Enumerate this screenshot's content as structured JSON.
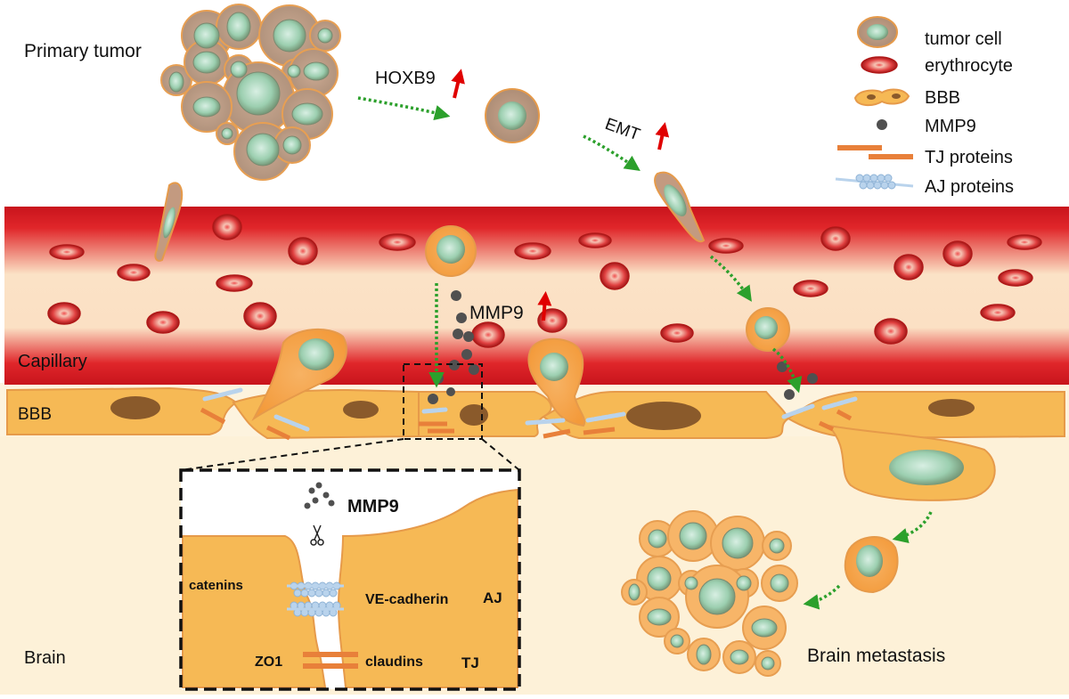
{
  "labels": {
    "primary_tumor": "Primary tumor",
    "hoxb9": "HOXB9",
    "emt": "EMT",
    "mmp9_vessel": "MMP9",
    "capillary": "Capillary",
    "bbb": "BBB",
    "brain": "Brain",
    "brain_metastasis": "Brain metastasis"
  },
  "legend": {
    "items": [
      {
        "icon": "tumor-cell",
        "label": "tumor cell"
      },
      {
        "icon": "erythrocyte",
        "label": "erythrocyte"
      },
      {
        "icon": "bbb-cell",
        "label": "BBB"
      },
      {
        "icon": "mmp9-dot",
        "label": "MMP9"
      },
      {
        "icon": "tj-protein",
        "label": "TJ proteins"
      },
      {
        "icon": "aj-protein",
        "label": "AJ proteins"
      }
    ]
  },
  "inset": {
    "mmp9": "MMP9",
    "catenins": "catenins",
    "ve_cadherin": "VE-cadherin",
    "aj": "AJ",
    "zo1": "ZO1",
    "claudins": "claudins",
    "tj": "TJ"
  },
  "colors": {
    "arrow_green": "#2ca02c",
    "up_arrow_red": "#e00000",
    "vessel_red": "#c8141c",
    "bbb_orange": "#f6b955",
    "cell_outline": "#e69a4a",
    "nucleus_green": "#9ccfb0",
    "tj_orange": "#e8803a",
    "aj_blue": "#b9d3ec",
    "mmp9_gray": "#505050"
  }
}
